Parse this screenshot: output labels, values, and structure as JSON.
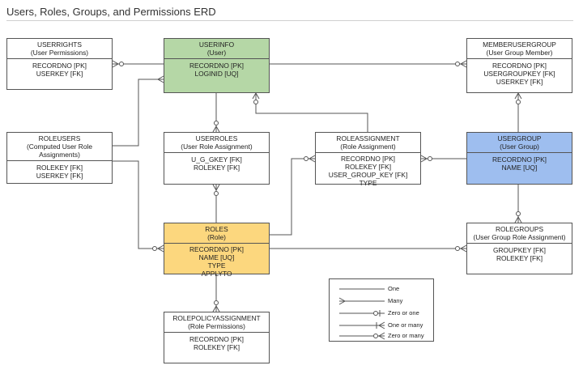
{
  "title": "Users, Roles, Groups, and Permissions ERD",
  "entities": {
    "userrights": {
      "name": "USERRIGHTS",
      "subtitle": "(User Permissions)",
      "fields": [
        "RECORDNO [PK]",
        "USERKEY [FK]"
      ]
    },
    "userinfo": {
      "name": "USERINFO",
      "subtitle": "(User)",
      "fields": [
        "RECORDNO [PK]",
        "LOGINID [UQ]"
      ]
    },
    "memberusergroup": {
      "name": "MEMBERUSERGROUP",
      "subtitle": "(User Group Member)",
      "fields": [
        "RECORDNO [PK]",
        "USERGROUPKEY [FK]",
        "USERKEY [FK]"
      ]
    },
    "roleusers": {
      "name": "ROLEUSERS",
      "subtitle": "(Computed User Role Assignments)",
      "fields": [
        "ROLEKEY [FK]",
        "USERKEY [FK]"
      ]
    },
    "userroles": {
      "name": "USERROLES",
      "subtitle": "(User Role Assignment)",
      "fields": [
        "U_G_GKEY [FK]",
        "ROLEKEY [FK]"
      ]
    },
    "roleassignment": {
      "name": "ROLEASSIGNMENT",
      "subtitle": "(Role Assignment)",
      "fields": [
        "RECORDNO [PK]",
        "ROLEKEY [FK]",
        "USER_GROUP_KEY [FK]",
        "TYPE"
      ]
    },
    "usergroup": {
      "name": "USERGROUP",
      "subtitle": "(User Group)",
      "fields": [
        "RECORDNO [PK]",
        "NAME [UQ]"
      ]
    },
    "roles": {
      "name": "ROLES",
      "subtitle": "(Role)",
      "fields": [
        "RECORDNO [PK]",
        "NAME [UQ]",
        "TYPE",
        "APPLYTO"
      ]
    },
    "rolegroups": {
      "name": "ROLEGROUPS",
      "subtitle": "(User Group Role Assignment)",
      "fields": [
        "GROUPKEY [FK]",
        "ROLEKEY [FK]"
      ]
    },
    "rolepolicyassignment": {
      "name": "ROLEPOLICYASSIGNMENT",
      "subtitle": "(Role Permissions)",
      "fields": [
        "RECORDNO [PK]",
        "ROLEKEY [FK]"
      ]
    }
  },
  "legend": [
    "One",
    "Many",
    "Zero or one",
    "One or many",
    "Zero or many"
  ],
  "colors": {
    "userinfo": "#b5d7a6",
    "roles": "#fcd77e",
    "usergroup": "#9ebeef",
    "line": "#555555"
  }
}
